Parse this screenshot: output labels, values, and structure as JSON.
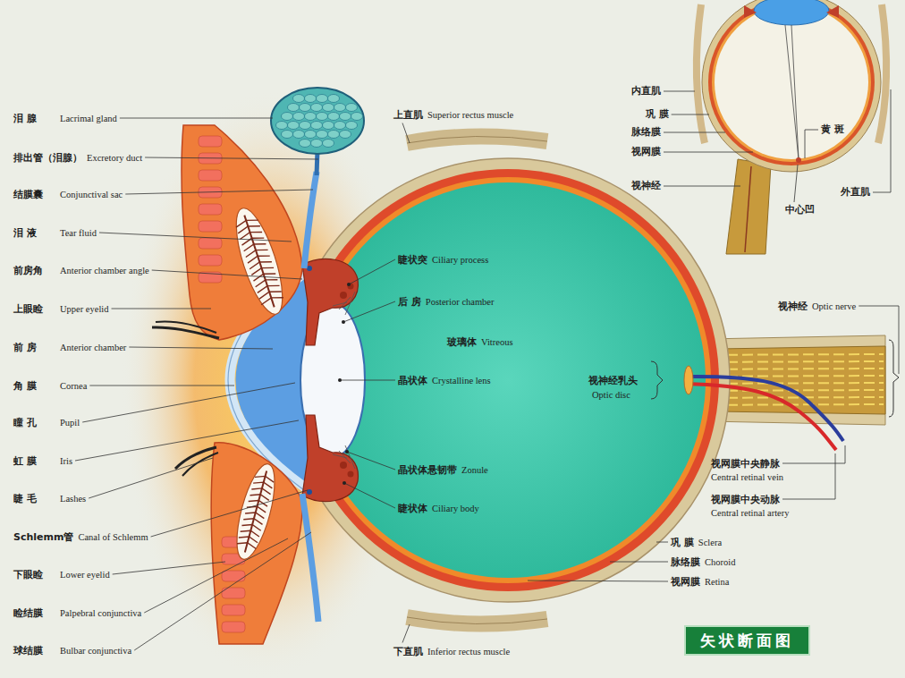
{
  "diagram": {
    "nodes": [
      {
        "text": [
          "矢状断面图"
        ]
      }
    ],
    "labels": [
      "泪 腺",
      "Lacrimal gland",
      "排出管（泪腺）",
      "Excretory duct",
      "结膜囊",
      "Conjunctival sac",
      "泪 液",
      "Tear fluid",
      "前房角",
      "Anterior chamber angle",
      "上眼睑",
      "Upper eyelid",
      "前 房",
      "Anterior chamber",
      "角 膜",
      "Cornea",
      "瞳 孔",
      "Pupil",
      "虹 膜",
      "Iris",
      "睫 毛",
      "Lashes",
      "Schlemm管",
      "Canal of Schlemm",
      "下眼睑",
      "Lower eyelid",
      "睑结膜",
      "Palpebral conjunctiva",
      "球结膜",
      "Bulbar conjunctiva",
      "上直肌",
      "Superior rectus muscle",
      "睫状突",
      "Ciliary process",
      "后 房",
      "Posterior chamber",
      "玻璃体",
      "Vitreous",
      "晶状体",
      "Crystalline lens",
      "晶状体悬韧带",
      "Zonule",
      "睫状体",
      "Ciliary body",
      "下直肌",
      "Inferior rectus muscle",
      "视神经",
      "Optic nerve",
      "视神经乳头",
      "Optic disc",
      "视网膜中央静脉",
      "Central retinal vein",
      "视网膜中央动脉",
      "Central retinal artery",
      "巩 膜",
      "Sclera",
      "脉络膜",
      "Choroid",
      "视网膜",
      "Retina",
      "内直肌",
      "巩 膜",
      "脉络膜",
      "视网膜",
      "黄 斑",
      "视神经",
      "中心凹",
      "外直肌"
    ]
  }
}
